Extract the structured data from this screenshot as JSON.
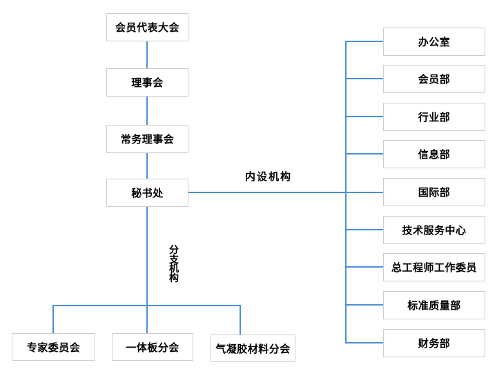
{
  "diagram": {
    "type": "org-chart",
    "colors": {
      "connector_line": "#4a90d5",
      "box_border": "#cccccc",
      "box_fill": "#ffffff",
      "text": "#000000",
      "background": "#ffffff"
    },
    "governance_chain": [
      "会员代表大会",
      "理事会",
      "常务理事会",
      "秘书处"
    ],
    "labels": {
      "internal_group": "内设机构",
      "branch_group": "分支机构"
    },
    "internal_departments": [
      "办公室",
      "会员部",
      "行业部",
      "信息部",
      "国际部",
      "技术服务中心",
      "总工程师工作委员",
      "标准质量部",
      "财务部"
    ],
    "branch_organizations": [
      "专家委员会",
      "一体板分会",
      "气凝胶材料分会"
    ]
  }
}
